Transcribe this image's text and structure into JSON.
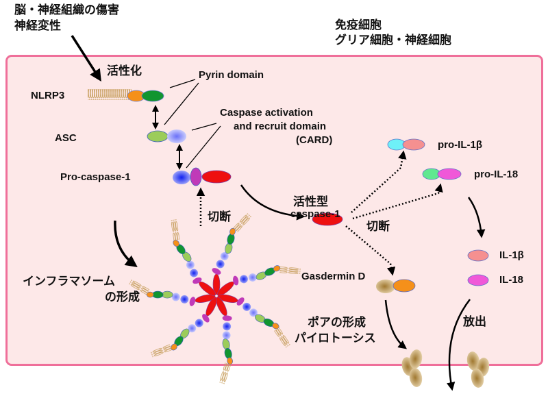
{
  "header": {
    "trigger_line1": "脳・神経組織の傷害",
    "trigger_line2": "神経変性",
    "cells_line1": "免疫細胞",
    "cells_line2": "グリア細胞・神経細胞"
  },
  "labels": {
    "activation": "活性化",
    "nlrp3": "NLRP3",
    "asc": "ASC",
    "procaspase": "Pro-caspase-1",
    "pyrin": "Pyrin domain",
    "card_line1": "Caspase activation",
    "card_line2": "and recruit domain",
    "card_line3": "(CARD)",
    "cleavage1": "切断",
    "active_line1": "活性型",
    "active_line2": "caspase-1",
    "cleavage2": "切断",
    "pro_il1b": "pro-IL-1β",
    "pro_il18": "pro-IL-18",
    "il1b": "IL-1β",
    "il18": "IL-18",
    "gasdermin": "Gasdermin D",
    "inflammasome_line1": "インフラマソーム",
    "inflammasome_line2": "の形成",
    "pore_line1": "ポアの形成",
    "pore_line2": "パイロトーシス",
    "release": "放出"
  },
  "colors": {
    "cell_fill": "#fde8e8",
    "cell_border": "#ef6f9a",
    "nlrp3_pyd": "#f5901a",
    "nlrp3_nacht": "#119530",
    "asc_pyd": "#9ccc5a",
    "card": "#7a7cf5",
    "procasp_card": "#2330f0",
    "procasp_link": "#c03ab8",
    "caspase": "#ee1010",
    "pro_il1b_a": "#6ef0f8",
    "pro_il1b_b": "#f59090",
    "pro_il18_a": "#60e890",
    "pro_il18_b": "#f058d8",
    "gasdermin": "#b89858",
    "spring": "#c8a060"
  }
}
